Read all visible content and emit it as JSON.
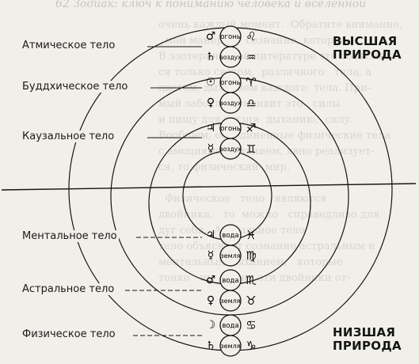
{
  "page_header": "62       Зодиак: ключ к пониманию человека и вселенной",
  "labels": {
    "atmic": "Атмическое тело",
    "buddhic": "Буддхическое тело",
    "causal": "Каузальное тело",
    "mental": "Ментальное тело",
    "astral": "Астральное тело",
    "physical": "Физическое тело"
  },
  "nature": {
    "higher_line1": "ВЫСШАЯ",
    "higher_line2": "ПРИРОДА",
    "lower_line1": "НИЗШАЯ",
    "lower_line2": "ПРИРОДА"
  },
  "elements": {
    "fire": "огонь",
    "air": "воздух",
    "water": "вода",
    "earth": "земля"
  },
  "symbols": {
    "atmic_left_top": "♂",
    "atmic_left_bottom": "♄",
    "atmic_right_top": "♌",
    "atmic_right_bottom": "♒",
    "buddhic_left_top": "☉",
    "buddhic_left_bottom": "♀",
    "buddhic_right_top": "♈",
    "buddhic_right_bottom": "♎",
    "causal_left_top": "♃",
    "causal_left_bottom": "☿",
    "causal_right_top": "♐",
    "causal_right_bottom": "♊",
    "mental_left_top": "♃",
    "mental_left_bottom": "☿",
    "mental_right_top": "♓",
    "mental_right_bottom": "♍",
    "astral_left_top": "♂",
    "astral_left_bottom": "♀",
    "astral_right_top": "♏",
    "astral_right_bottom": "♉",
    "physical_left_top": "☽",
    "physical_left_bottom": "♄",
    "physical_right_top": "♋",
    "physical_right_bottom": "♑"
  },
  "colors": {
    "ink": "#141414",
    "paper": "#f1efe9",
    "bleed": "#d9d5cd"
  }
}
